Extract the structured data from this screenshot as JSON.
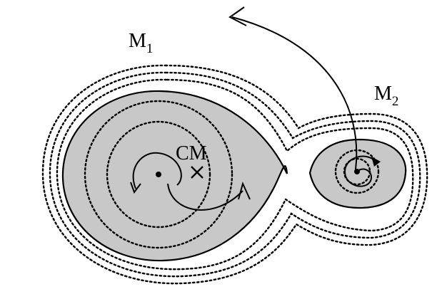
{
  "labels": {
    "m1": {
      "main": "M",
      "sub": "1"
    },
    "m2": {
      "main": "M",
      "sub": "2"
    },
    "cm": "CM"
  },
  "markers": {
    "center_of_mass_symbol": "x-mark-icon"
  },
  "colors": {
    "lobe_fill": "#c8c8c8",
    "stroke": "#000000",
    "background": "#ffffff"
  }
}
